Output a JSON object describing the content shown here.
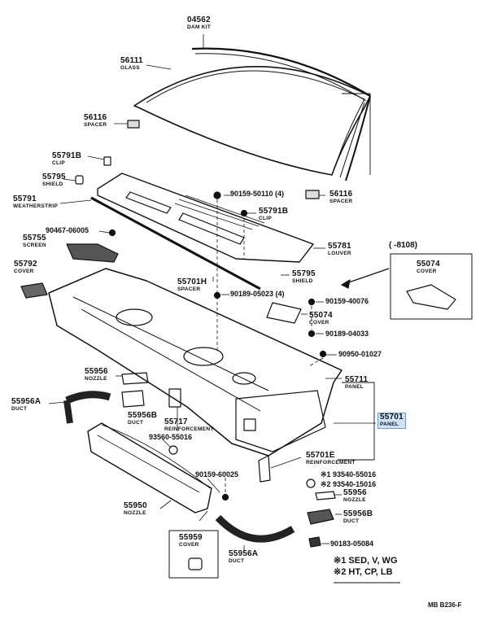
{
  "labels": [
    {
      "id": "04562",
      "num": "04562",
      "name": "DAM KIT"
    },
    {
      "id": "56111",
      "num": "56111",
      "name": "GLASS"
    },
    {
      "id": "56116a",
      "num": "56116",
      "name": "SPACER"
    },
    {
      "id": "55791B_a",
      "num": "55791B",
      "name": "CLIP"
    },
    {
      "id": "55795a",
      "num": "55795",
      "name": "SHIELD"
    },
    {
      "id": "55791",
      "num": "55791",
      "name": "WEATHERSTRIP"
    },
    {
      "id": "90467",
      "num": "90467-06005",
      "name": ""
    },
    {
      "id": "55755",
      "num": "55755",
      "name": "SCREEN"
    },
    {
      "id": "55792",
      "num": "55792",
      "name": "COVER"
    },
    {
      "id": "90159_50110",
      "num": "90159-50110 (4)",
      "name": ""
    },
    {
      "id": "56116b",
      "num": "56116",
      "name": "SPACER"
    },
    {
      "id": "55791B_b",
      "num": "55791B",
      "name": "CLIP"
    },
    {
      "id": "55781",
      "num": "55781",
      "name": "LOUVER"
    },
    {
      "id": "55795b",
      "num": "55795",
      "name": "SHIELD"
    },
    {
      "id": "55701H",
      "num": "55701H",
      "name": "SPACER"
    },
    {
      "id": "90189_05023",
      "num": "90189-05023 (4)",
      "name": ""
    },
    {
      "id": "90159_40076",
      "num": "90159-40076",
      "name": ""
    },
    {
      "id": "55074b",
      "num": "55074",
      "name": "COVER"
    },
    {
      "id": "90189_04033",
      "num": "90189-04033",
      "name": ""
    },
    {
      "id": "90950",
      "num": "90950-01027",
      "name": ""
    },
    {
      "id": "55956",
      "num": "55956",
      "name": "NOZZLE"
    },
    {
      "id": "55711",
      "num": "55711",
      "name": "PANEL"
    },
    {
      "id": "55956A_a",
      "num": "55956A",
      "name": "DUCT"
    },
    {
      "id": "55956B_a",
      "num": "55956B",
      "name": "DUCT"
    },
    {
      "id": "55717",
      "num": "55717",
      "name": "REINFORCEMENT"
    },
    {
      "id": "55701",
      "num": "55701",
      "name": "PANEL"
    },
    {
      "id": "93560",
      "num": "93560-55016",
      "name": ""
    },
    {
      "id": "55701E",
      "num": "55701E",
      "name": "REINFORCEMENT"
    },
    {
      "id": "90159_60025",
      "num": "90159-60025",
      "name": ""
    },
    {
      "id": "55950",
      "num": "55950",
      "name": "NOZZLE"
    },
    {
      "id": "93540_1",
      "num": "※1 93540-55016",
      "name": ""
    },
    {
      "id": "93540_2",
      "num": "※2 93540-15016",
      "name": ""
    },
    {
      "id": "55956b",
      "num": "55956",
      "name": "NOZZLE"
    },
    {
      "id": "55956B_b",
      "num": "55956B",
      "name": "DUCT"
    },
    {
      "id": "55959",
      "num": "55959",
      "name": "COVER"
    },
    {
      "id": "55956A_b",
      "num": "55956A",
      "name": "DUCT"
    },
    {
      "id": "90183",
      "num": "90183-05084",
      "name": ""
    }
  ],
  "inset": {
    "range": "(        -8108)",
    "num": "55074",
    "name": "COVER"
  },
  "notes": {
    "note1": "※1 SED, V, WG",
    "note2": "※2 HT, CP, LB"
  },
  "diagram_code": "MB B236-F",
  "colors": {
    "ink": "#111111",
    "highlight": "#cfe3f7"
  }
}
